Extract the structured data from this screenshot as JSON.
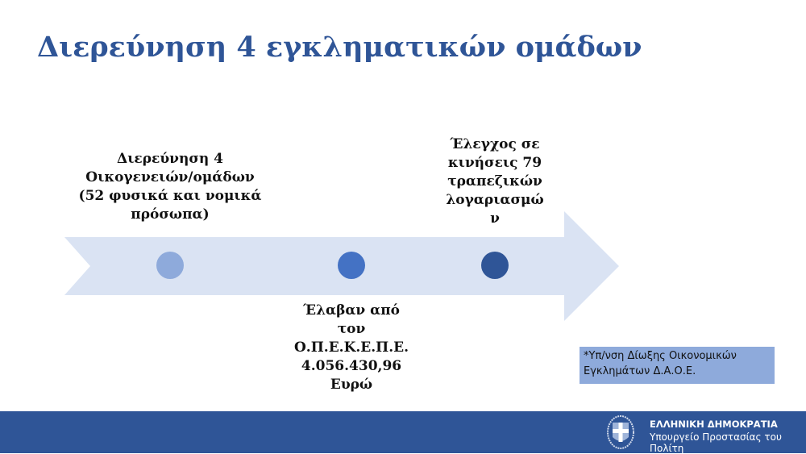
{
  "title": "Διερεύνηση 4 εγκληματικών ομάδων",
  "timeline": {
    "items": [
      {
        "text": "Διερεύνηση 4\nΟικογενειών/ομάδων\n(52 φυσικά και νομικά\nπρόσωπα)",
        "color": "#8eaadb"
      },
      {
        "text": "Έλαβαν από\nτον\nΟ.Π.Ε.Κ.Ε.Π.Ε.\n4.056.430,96\nΕυρώ",
        "color": "#4472c4"
      },
      {
        "text": "Έλεγχος σε\nκινήσεις 79\nτραπεζικών\nλογαριασμώ\nν",
        "color": "#2f5597"
      }
    ],
    "arrow_color": "#dae3f3"
  },
  "note": "*Υπ/νση Δίωξης Οικονομικών Εγκλημάτων Δ.Α.Ο.Ε.",
  "footer": {
    "line1": "ΕΛΛΗΝΙΚΗ ΔΗΜΟΚΡΑΤΙΑ",
    "line2": "Υπουργείο Προστασίας του Πολίτη",
    "color": "#2f5597"
  }
}
